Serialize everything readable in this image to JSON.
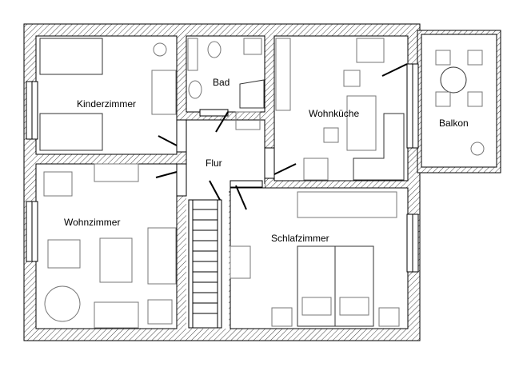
{
  "plan": {
    "rooms": [
      {
        "id": "kinderzimmer",
        "label": "Kinderzimmer"
      },
      {
        "id": "bad",
        "label": "Bad"
      },
      {
        "id": "wohnkueche",
        "label": "Wohnküche"
      },
      {
        "id": "balkon",
        "label": "Balkon"
      },
      {
        "id": "flur",
        "label": "Flur"
      },
      {
        "id": "wohnzimmer",
        "label": "Wohnzimmer"
      },
      {
        "id": "schlafzimmer",
        "label": "Schlafzimmer"
      }
    ]
  }
}
